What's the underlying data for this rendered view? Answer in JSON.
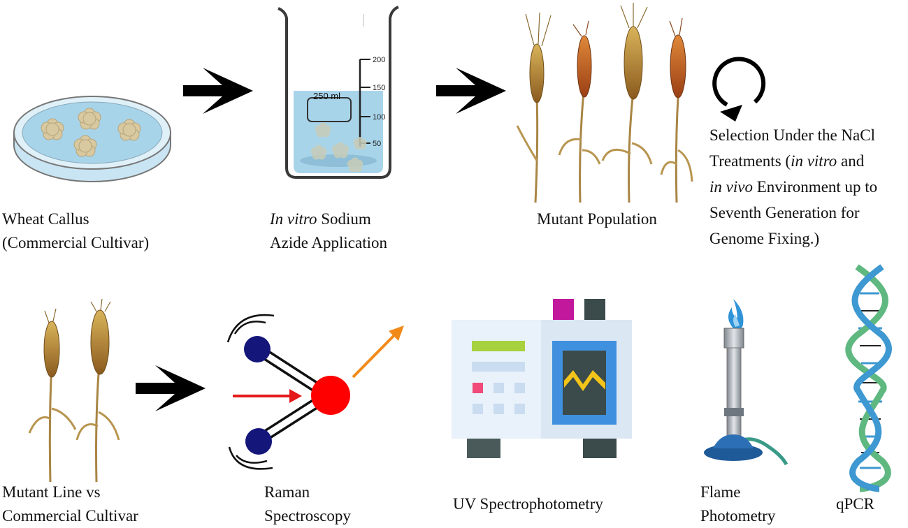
{
  "steps": {
    "callus": {
      "line1": "Wheat Callus",
      "line2": "(Commercial Cultivar)"
    },
    "azide": {
      "line1_italic": "In vitro",
      "line1_rest": " Sodium",
      "line2": "Azide Application"
    },
    "beaker": {
      "volume_label": "250 ml",
      "scale_marks": [
        "200",
        "150",
        "100",
        "50"
      ]
    },
    "mutant_population": {
      "label": "Mutant Population"
    },
    "selection": {
      "line1": "Selection Under the NaCl",
      "line2_a": "Treatments (",
      "line2_italic": "in vitro",
      "line2_b": " and",
      "line3_italic": "in vivo",
      "line3_rest": " Environment up to",
      "line4": "Seventh Generation for",
      "line5": "Genome Fixing.)"
    },
    "mutant_line": {
      "line1": "Mutant Line vs",
      "line2": "Commercial Cultivar"
    },
    "raman": {
      "line1": "Raman",
      "line2": "Spectroscopy"
    },
    "uv": {
      "label": "UV Spectrophotometry"
    },
    "flame": {
      "line1": "Flame",
      "line2": "Photometry"
    },
    "qpcr": {
      "label": "qPCR"
    }
  },
  "colors": {
    "callus_medium": "#a8d4ea",
    "callus_tissue": "#d9c9a0",
    "arrow": "#000000",
    "molecule_atom": "#14167a",
    "molecule_center": "#ff0000",
    "incident_ray": "#e41a1a",
    "scattered_ray": "#f28a1a",
    "spectro_body": "#e9f1fa",
    "spectro_panel": "#3f90de",
    "spectro_screen": "#3b4a4a",
    "spectro_wave": "#f3c419",
    "spectro_display": "#a8d13e",
    "spectro_key_accent": "#f0497a",
    "spectro_magenta": "#c2189c",
    "burner_body": "#b7bcc3",
    "burner_base": "#2c6fb5",
    "flame": "#2f93d8",
    "dna_strand_a": "#3e98d1",
    "dna_strand_b": "#5fb880",
    "wheat_gold": "#b98b2c",
    "wheat_rust": "#b9541e"
  }
}
